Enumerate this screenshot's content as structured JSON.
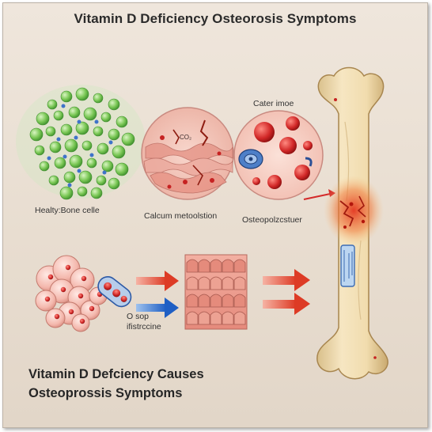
{
  "title": "Vitamin D Deficiency Osteorosis Symptoms",
  "labels": {
    "healthy": "Healty:Bone celle",
    "calcium": "Calcum metoolstion",
    "cater": "Cater imoe",
    "osteo": "Osteopolzcstuer",
    "co": "CO₂",
    "cosp": "O sop",
    "ifistrccine": "ifistrccine"
  },
  "bottom_title": {
    "line1": "Vitamin D Defciency Causes",
    "line2": "Osteoprossis Symptoms"
  },
  "colors": {
    "bone": "#f1dfb4",
    "cell_green": "#79c955",
    "blood_red": "#d42a2a",
    "arrow_red": "#e04a33",
    "arrow_blue": "#2f6fcf"
  }
}
